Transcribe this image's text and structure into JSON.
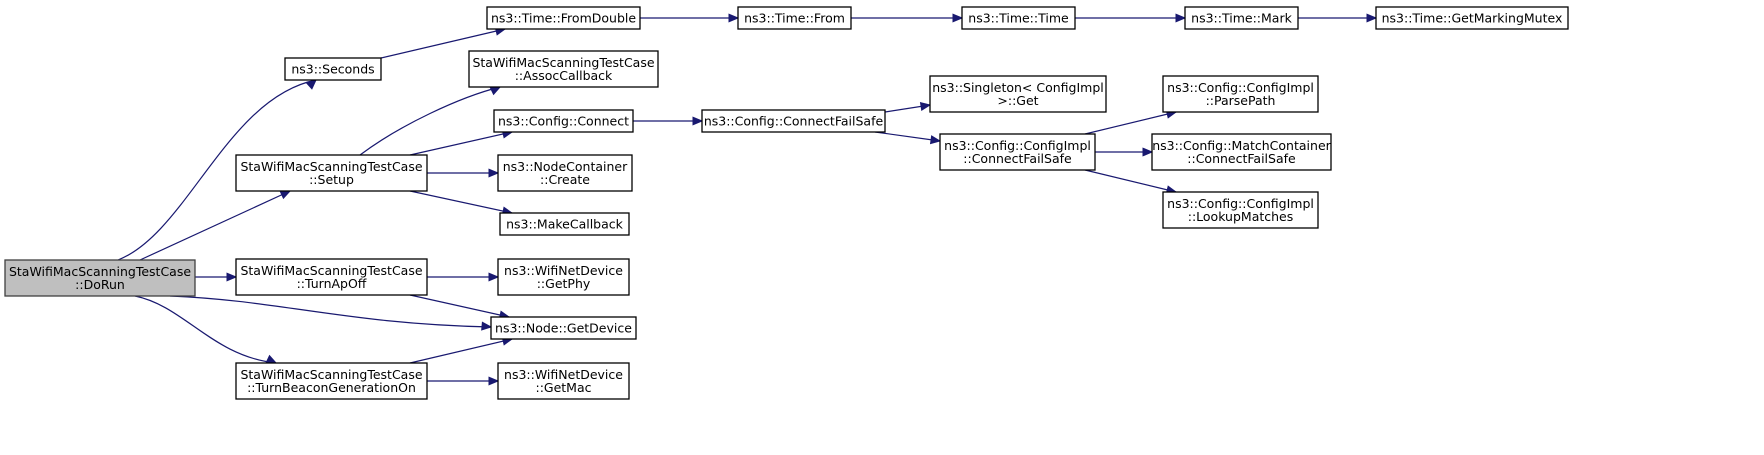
{
  "colors": {
    "edge": "#191970",
    "root_fill": "#bfbfbf",
    "node_fill": "#ffffff",
    "node_border": "#000000"
  },
  "nodes": {
    "dorun": [
      "StaWifiMacScanningTestCase",
      "::DoRun"
    ],
    "seconds": [
      "ns3::Seconds"
    ],
    "fromdouble": [
      "ns3::Time::FromDouble"
    ],
    "from": [
      "ns3::Time::From"
    ],
    "time": [
      "ns3::Time::Time"
    ],
    "mark": [
      "ns3::Time::Mark"
    ],
    "mutex": [
      "ns3::Time::GetMarkingMutex"
    ],
    "setup": [
      "StaWifiMacScanningTestCase",
      "::Setup"
    ],
    "assoc": [
      "StaWifiMacScanningTestCase",
      "::AssocCallback"
    ],
    "connect": [
      "ns3::Config::Connect"
    ],
    "connectfs": [
      "ns3::Config::ConnectFailSafe"
    ],
    "singleton": [
      "ns3::Singleton< ConfigImpl",
      ">::Get"
    ],
    "implfs": [
      "ns3::Config::ConfigImpl",
      "::ConnectFailSafe"
    ],
    "parsepath": [
      "ns3::Config::ConfigImpl",
      "::ParsePath"
    ],
    "matchfs": [
      "ns3::Config::MatchContainer",
      "::ConnectFailSafe"
    ],
    "lookup": [
      "ns3::Config::ConfigImpl",
      "::LookupMatches"
    ],
    "create": [
      "ns3::NodeContainer",
      "::Create"
    ],
    "makecb": [
      "ns3::MakeCallback"
    ],
    "turnapoff": [
      "StaWifiMacScanningTestCase",
      "::TurnApOff"
    ],
    "getphy": [
      "ns3::WifiNetDevice",
      "::GetPhy"
    ],
    "getdevice": [
      "ns3::Node::GetDevice"
    ],
    "beaconon": [
      "StaWifiMacScanningTestCase",
      "::TurnBeaconGenerationOn"
    ],
    "getmac": [
      "ns3::WifiNetDevice",
      "::GetMac"
    ]
  },
  "edges": [
    [
      "dorun",
      "seconds"
    ],
    [
      "dorun",
      "setup"
    ],
    [
      "dorun",
      "turnapoff"
    ],
    [
      "dorun",
      "getdevice"
    ],
    [
      "dorun",
      "beaconon"
    ],
    [
      "seconds",
      "fromdouble"
    ],
    [
      "fromdouble",
      "from"
    ],
    [
      "from",
      "time"
    ],
    [
      "time",
      "mark"
    ],
    [
      "mark",
      "mutex"
    ],
    [
      "setup",
      "assoc"
    ],
    [
      "setup",
      "connect"
    ],
    [
      "setup",
      "create"
    ],
    [
      "setup",
      "makecb"
    ],
    [
      "connect",
      "connectfs"
    ],
    [
      "connectfs",
      "singleton"
    ],
    [
      "connectfs",
      "implfs"
    ],
    [
      "implfs",
      "parsepath"
    ],
    [
      "implfs",
      "matchfs"
    ],
    [
      "implfs",
      "lookup"
    ],
    [
      "turnapoff",
      "getphy"
    ],
    [
      "turnapoff",
      "getdevice"
    ],
    [
      "beaconon",
      "getdevice"
    ],
    [
      "beaconon",
      "getmac"
    ]
  ]
}
